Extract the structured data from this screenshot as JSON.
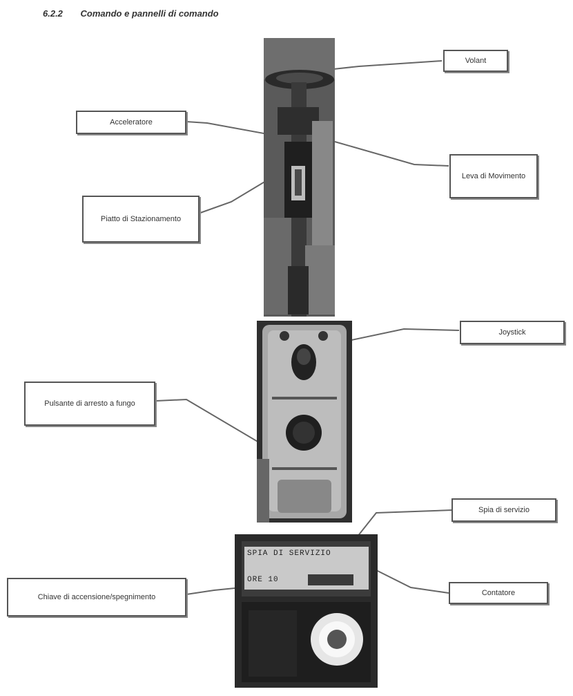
{
  "heading": {
    "number": "6.2.2",
    "title": "Comando e pannelli di comando"
  },
  "labels": {
    "volante": "Volant",
    "acceleratore": "Acceleratore",
    "leva_movimento": "Leva di Movimento",
    "piatto_stazionamento": "Piatto di Stazionamento",
    "joystick": "Joystick",
    "pulsante_arresto": "Pulsante di arresto a fungo",
    "spia_servizio": "Spia di servizio",
    "chiave_accensione": "Chiave di accensione/spegnimento",
    "contatore": "Contatore"
  },
  "display": {
    "line1": "SPIA DI SERVIZIO",
    "line2": "ORE 10"
  },
  "colors": {
    "border": "#555555",
    "photo_dark": "#2e2e2e",
    "leader": "#666666"
  }
}
